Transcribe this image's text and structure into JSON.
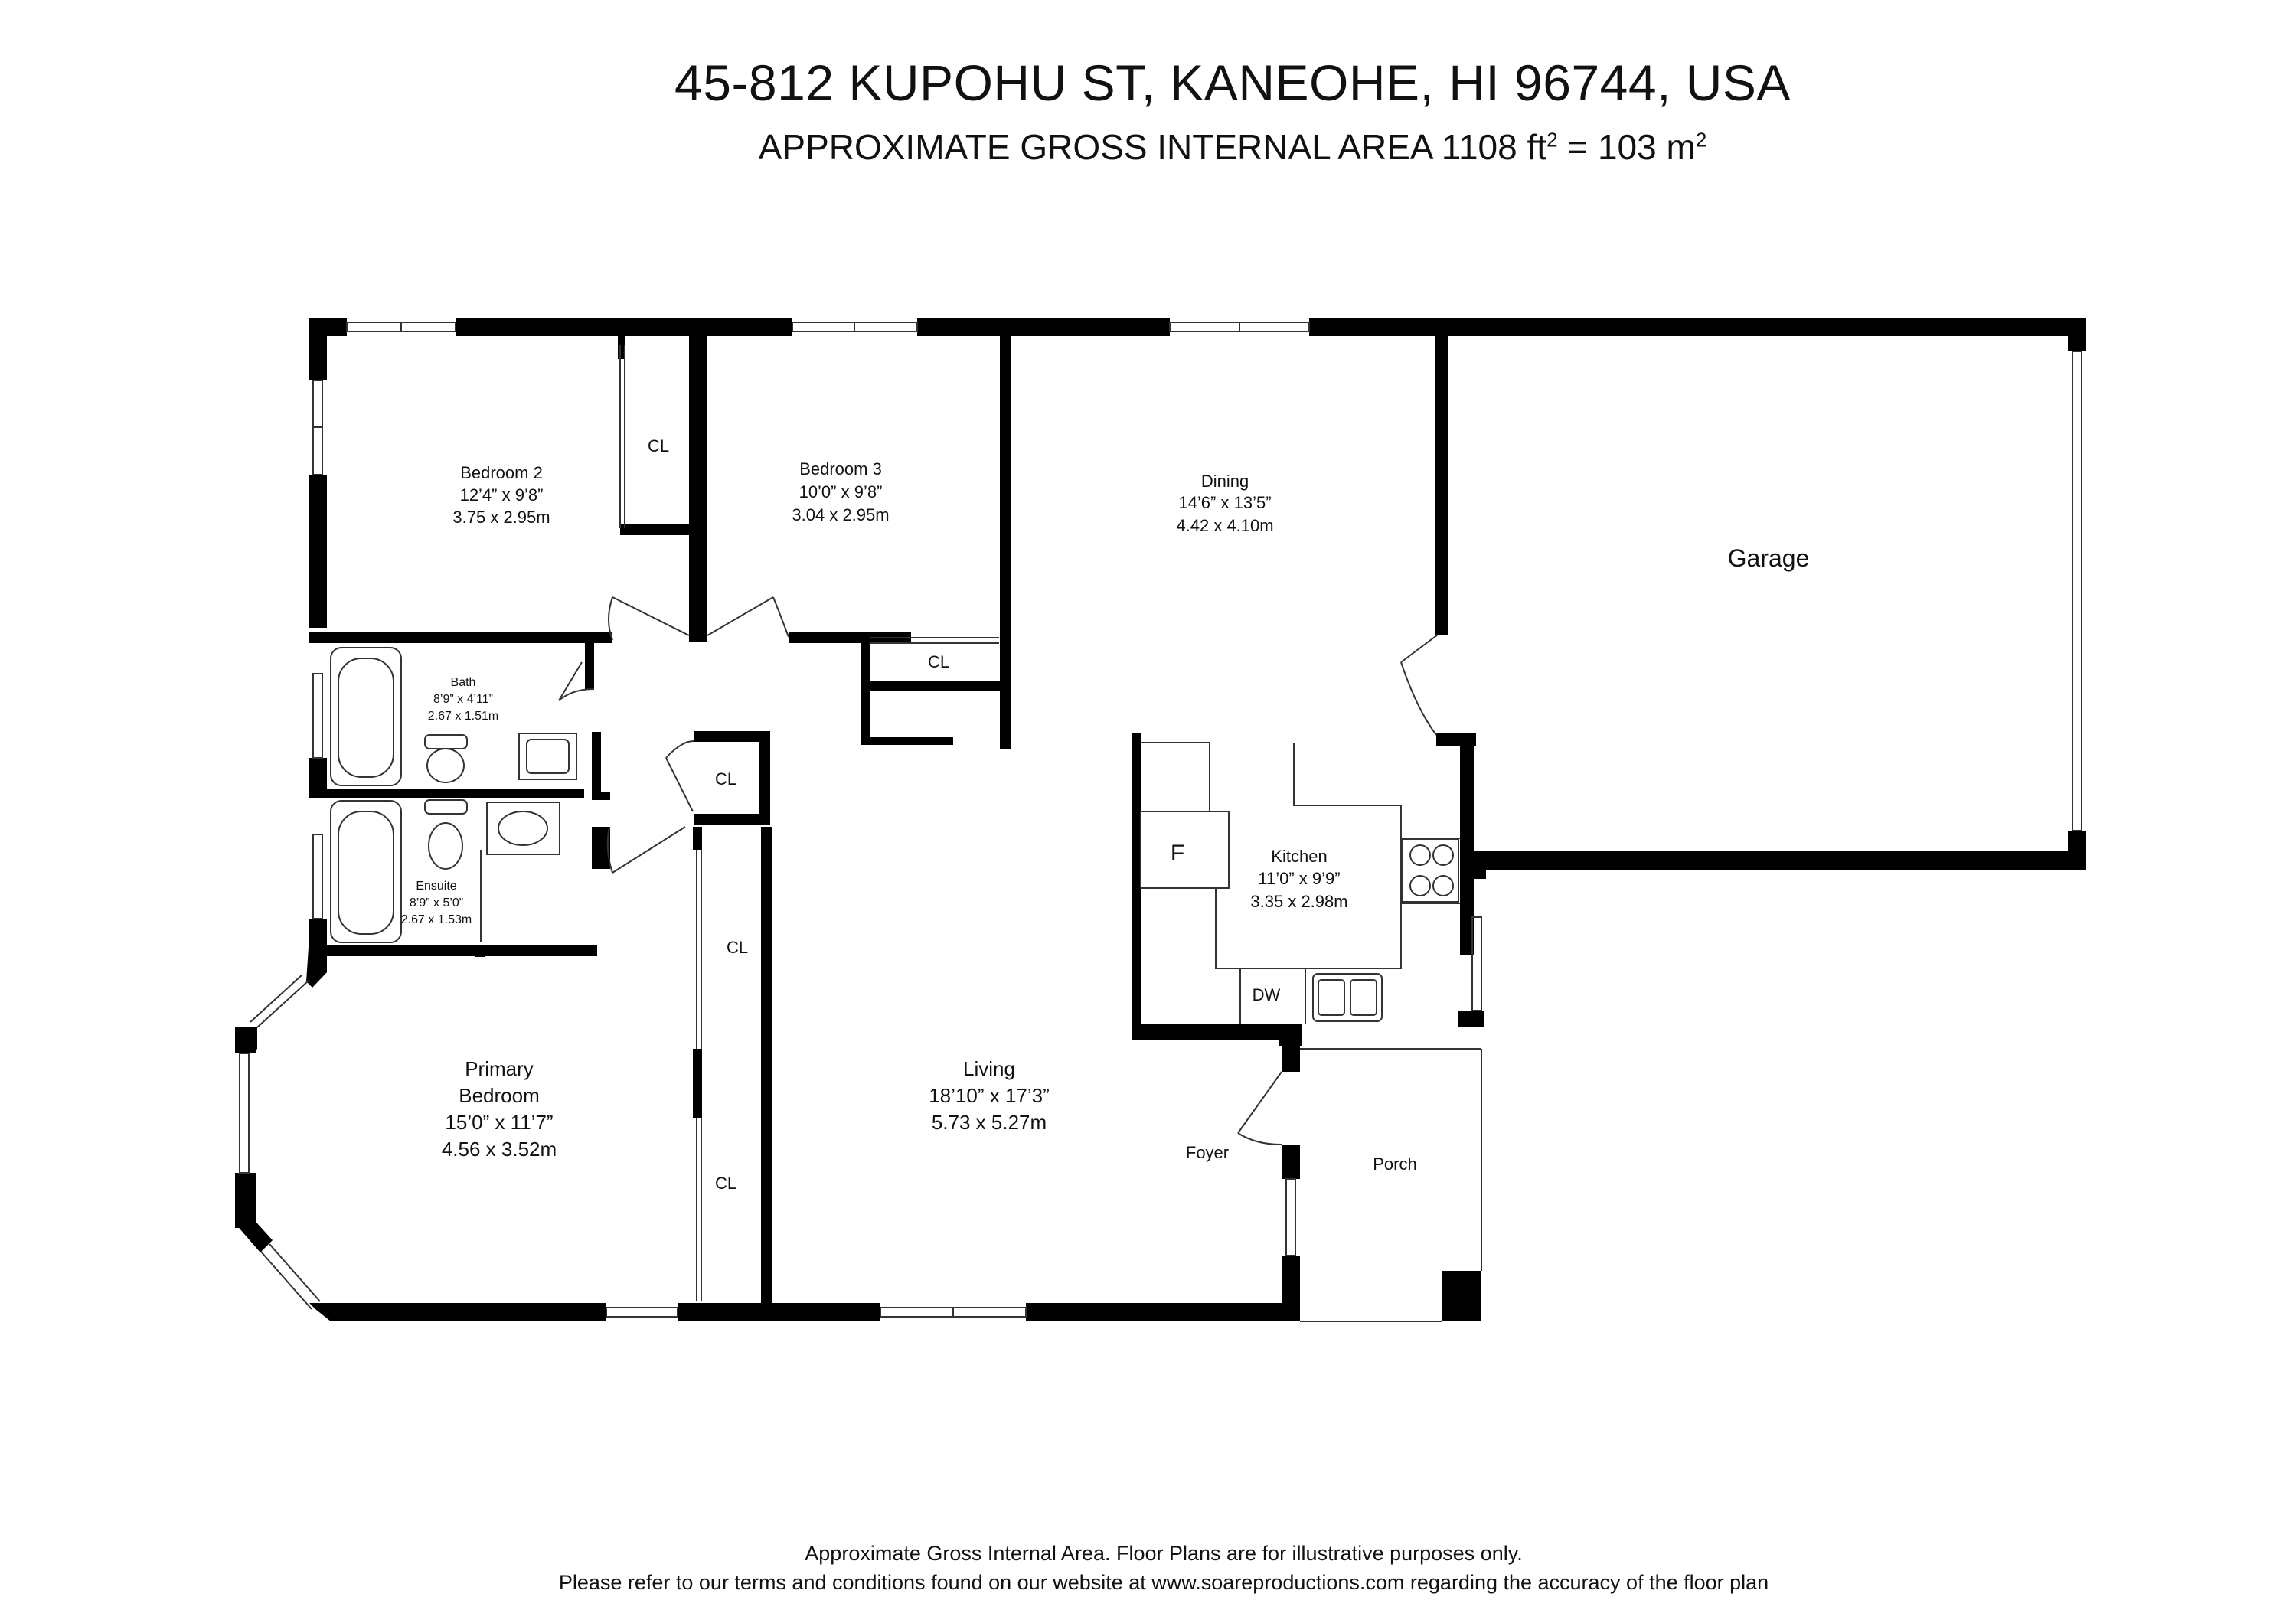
{
  "header": {
    "address": "45-812 KUPOHU ST, KANEOHE, HI 96744, USA",
    "area_prefix": "APPROXIMATE GROSS INTERNAL AREA 1108 ft",
    "area_mid": " = 103 m",
    "sq": "2"
  },
  "rooms": {
    "bedroom2": {
      "name": "Bedroom 2",
      "imperial": "12’4” x 9’8”",
      "metric": "3.75 x 2.95m"
    },
    "bedroom3": {
      "name": "Bedroom 3",
      "imperial": "10’0” x 9’8”",
      "metric": "3.04 x 2.95m"
    },
    "dining": {
      "name": "Dining",
      "imperial": "14’6” x 13’5”",
      "metric": "4.42 x 4.10m"
    },
    "garage": {
      "name": "Garage"
    },
    "bath": {
      "name": "Bath",
      "imperial": "8’9” x 4’11”",
      "metric": "2.67 x 1.51m"
    },
    "ensuite": {
      "name": "Ensuite",
      "imperial": "8’9” x 5’0”",
      "metric": "2.67 x 1.53m"
    },
    "kitchen": {
      "name": "Kitchen",
      "imperial": "11’0” x 9’9”",
      "metric": "3.35 x 2.98m"
    },
    "primary": {
      "name_line1": "Primary",
      "name_line2": "Bedroom",
      "imperial": "15’0” x 11’7”",
      "metric": "4.56 x 3.52m"
    },
    "living": {
      "name": "Living",
      "imperial": "18’10” x 17’3”",
      "metric": "5.73 x 5.27m"
    },
    "foyer": {
      "name": "Foyer"
    },
    "porch": {
      "name": "Porch"
    }
  },
  "labels": {
    "closet": "CL",
    "fridge": "F",
    "dishwasher": "DW"
  },
  "footer": {
    "line1": "Approximate Gross Internal Area. Floor Plans are for illustrative purposes only.",
    "line2": "Please refer to our terms and conditions found on our website at www.soareproductions.com regarding the accuracy of the floor plan"
  }
}
